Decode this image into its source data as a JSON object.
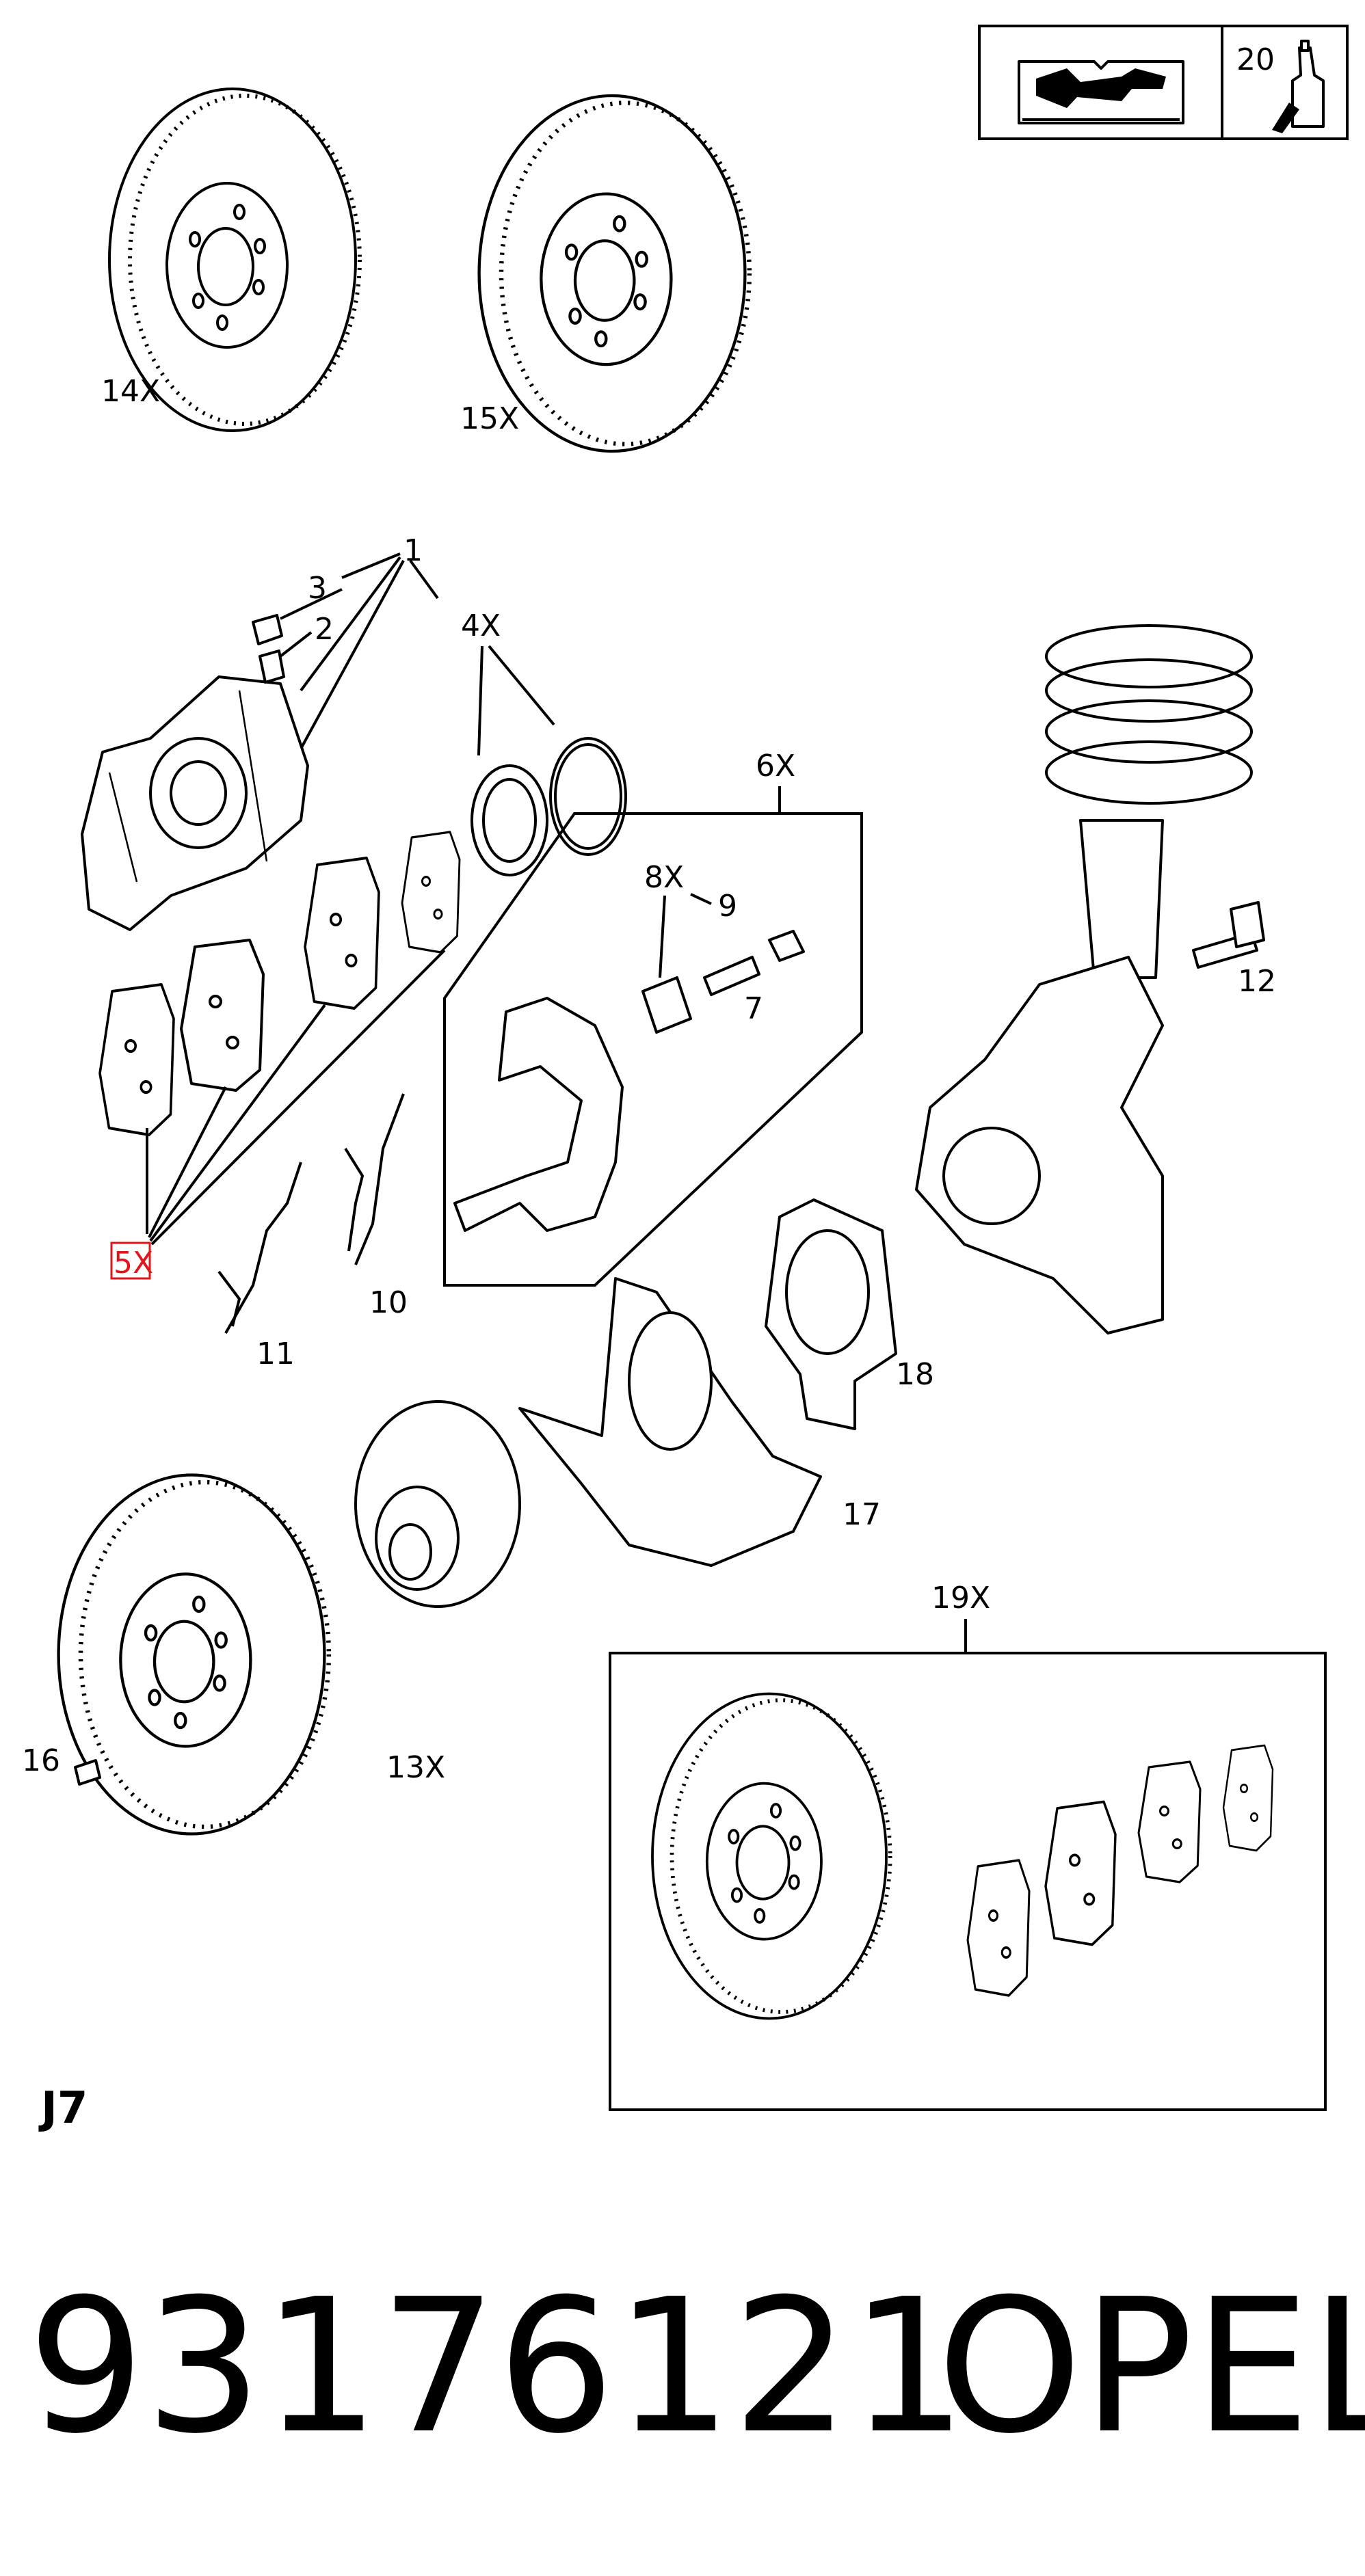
{
  "diagram": {
    "section_code": "J7",
    "part_number": "93176121",
    "brand": "OPEL",
    "legend_box": {
      "wrench_book_icon": "manual-wrench-book-icon",
      "number": "20",
      "bottle_icon": "adhesive-bottle-icon"
    },
    "callouts": {
      "c14": "14X",
      "c15": "15X",
      "c1": "1",
      "c3": "3",
      "c2": "2",
      "c4": "4X",
      "c6": "6X",
      "c8": "8X",
      "c9": "9",
      "c7": "7",
      "c12": "12",
      "c5": "5X",
      "c10": "10",
      "c11": "11",
      "c18": "18",
      "c17": "17",
      "c19": "19X",
      "c16": "16",
      "c13": "13X"
    },
    "highlight_color": "#e0161b"
  }
}
